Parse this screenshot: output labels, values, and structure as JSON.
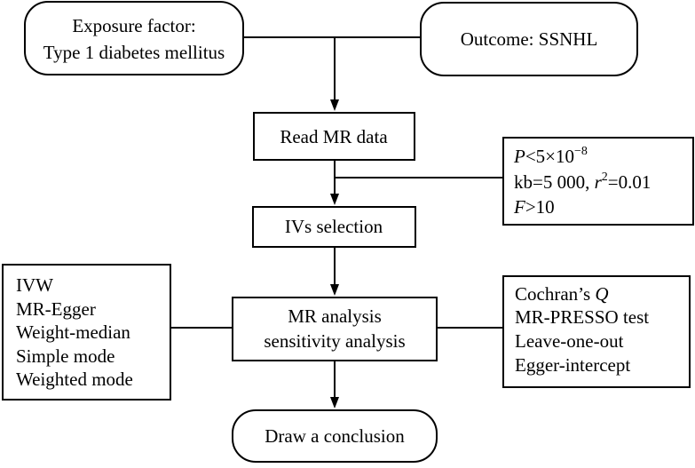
{
  "nodes": {
    "exposure": {
      "line1": "Exposure factor:",
      "line2": "Type 1 diabetes mellitus"
    },
    "outcome": {
      "label": "Outcome: SSNHL"
    },
    "read": {
      "label": "Read MR data"
    },
    "ivs": {
      "label": "IVs selection"
    },
    "analysis": {
      "line1": "MR analysis",
      "line2": "sensitivity analysis"
    },
    "conclusion": {
      "label": "Draw a conclusion"
    }
  },
  "criteria": {
    "p_var": "P",
    "p_rest": "<5×10",
    "p_exp": "−8",
    "kb_text": "kb=5 000, ",
    "r_var": "r",
    "r_exp": "2",
    "r_val": "=0.01",
    "f_var": "F",
    "f_rest": ">10"
  },
  "methods_left": [
    "IVW",
    "MR-Egger",
    "Weight-median",
    "Simple mode",
    "Weighted mode"
  ],
  "methods_right": {
    "cochran_text": "Cochran’s ",
    "cochran_var": "Q",
    "items": [
      "MR-PRESSO test",
      "Leave-one-out",
      "Egger-intercept"
    ]
  }
}
